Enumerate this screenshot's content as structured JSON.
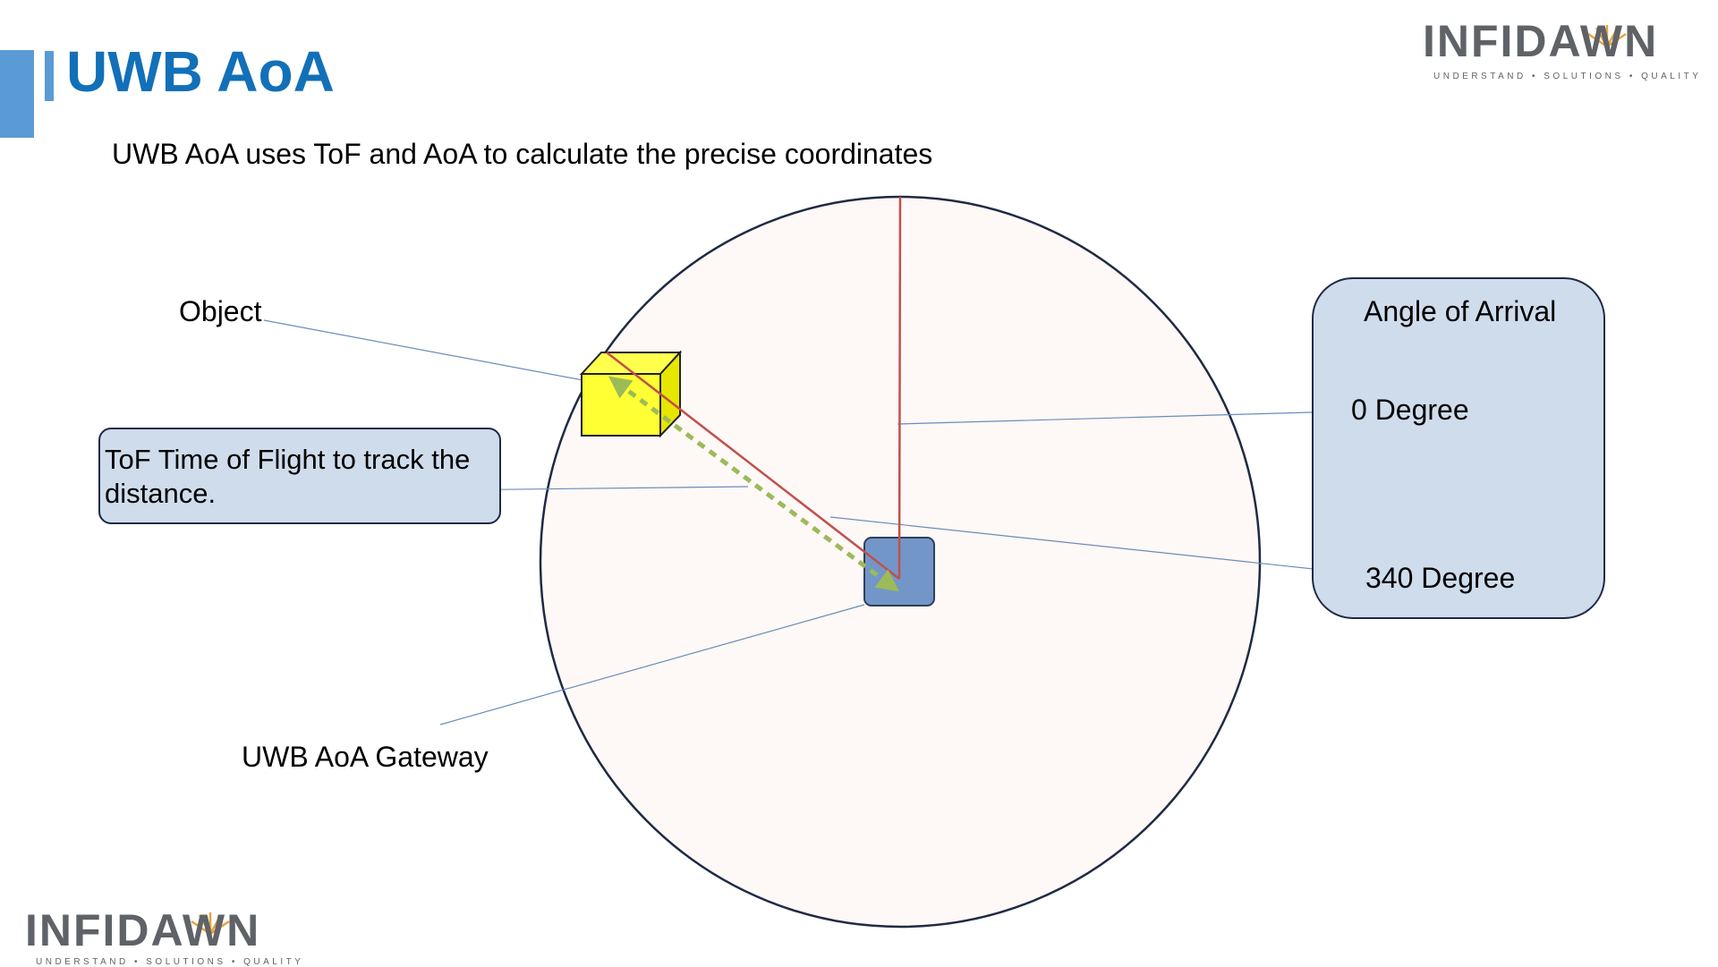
{
  "slide": {
    "title": "UWB AoA",
    "subtitle": "UWB AoA uses ToF and AoA to calculate the precise coordinates"
  },
  "labels": {
    "object": "Object",
    "tof": "ToF Time of Flight to track the distance.",
    "gateway": "UWB AoA Gateway",
    "aoa_title": "Angle of Arrival",
    "deg0": "0 Degree",
    "deg340": "340 Degree"
  },
  "logo": {
    "word": "INFIDAWN",
    "tagline": "UNDERSTAND • SOLUTIONS • QUALITY"
  },
  "colors": {
    "title_blue": "#1270b8",
    "accent_bar": "#5b9bd5",
    "circle_fill": "#fef8f6",
    "box_fill": "#cfdcec",
    "object_yellow": "#ffff33",
    "gateway_blue": "#7396c8",
    "ray_red": "#c0504d",
    "tof_green": "#9bbb59"
  }
}
